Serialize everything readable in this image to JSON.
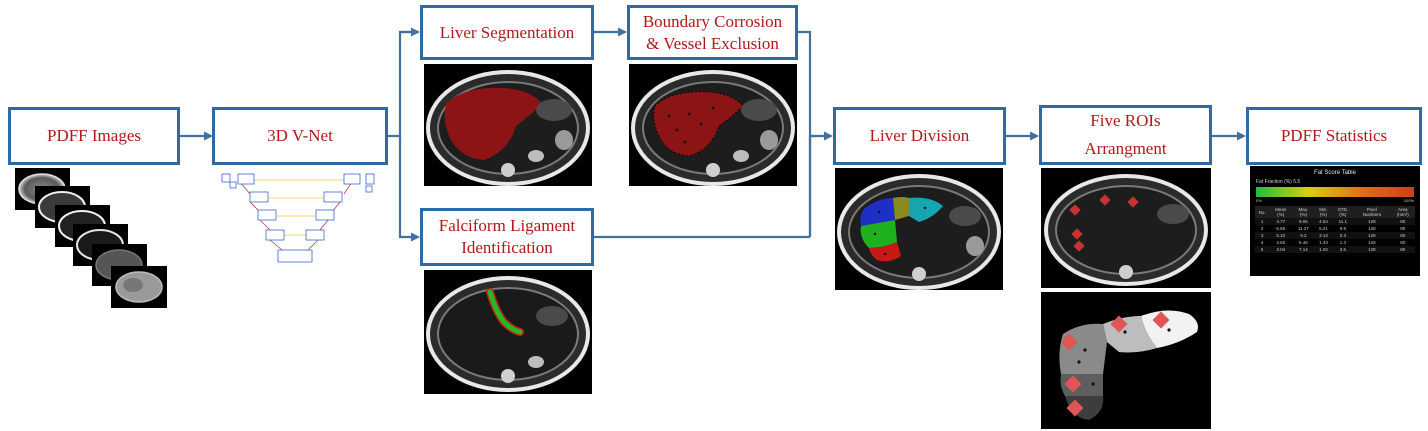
{
  "boxes": {
    "pdff_images": "PDFF Images",
    "vnet": "3D V-Net",
    "liver_segmentation": "Liver Segmentation",
    "boundary_line1": "Boundary Corrosion",
    "boundary_line2": "& Vessel Exclusion",
    "falciform_line1": "Falciform Ligament",
    "falciform_line2": "Identification",
    "liver_division": "Liver Division",
    "rois_line1": "Five ROIs",
    "rois_line2": "Arrangment",
    "pdff_statistics": "PDFF Statistics"
  },
  "fat_table": {
    "title": "Fat Score Table",
    "fat_fraction_label": "Fat Fraction (%)",
    "fat_fraction_value": "5.5",
    "scale_min": "0%",
    "scale_max": "100%",
    "headers": [
      [
        "No.",
        ""
      ],
      [
        "Mean",
        "(%)"
      ],
      [
        "Max.",
        "(%)"
      ],
      [
        "Min.",
        "(%)"
      ],
      [
        "STD.",
        "(%)"
      ],
      [
        "Pixel",
        "Numbers"
      ],
      [
        "Area",
        "(mm²)"
      ]
    ],
    "rows": [
      [
        "1",
        "4.77",
        "9.06",
        "4.54",
        "11.1",
        "128",
        "80"
      ],
      [
        "2",
        "6.65",
        "11.27",
        "5.21",
        "9.9",
        "128",
        "80"
      ],
      [
        "3",
        "5.12",
        "9.2",
        "3.14",
        "2.3",
        "128",
        "80"
      ],
      [
        "4",
        "3.65",
        "5.46",
        "1.43",
        "1.3",
        "128",
        "80"
      ],
      [
        "5",
        "3.04",
        "7.14",
        "1.02",
        "3.5",
        "128",
        "80"
      ]
    ]
  },
  "colors": {
    "box_border": "#2e6aa6",
    "box_text": "#b21818",
    "arrow": "#41719c",
    "liver_mask": "#8c1414",
    "falciform": "#22bb22",
    "roi": "#e05555"
  }
}
